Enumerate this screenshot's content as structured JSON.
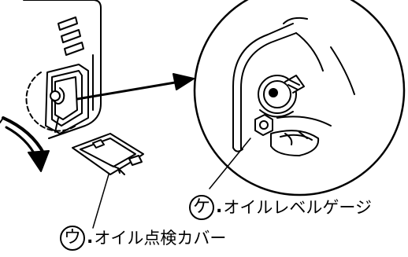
{
  "callouts": {
    "oil_level_gauge": {
      "marker": "ケ",
      "separator": ".",
      "text": "オイルレベルゲージ"
    },
    "oil_inspection_cover": {
      "marker": "ウ",
      "separator": ".",
      "text": "オイル点検カバー"
    }
  },
  "colors": {
    "line": "#000000",
    "background": "#ffffff",
    "fill": "#ffffff"
  },
  "icons": {
    "rotation_arrow": "curved-arrow-down",
    "pointer_arrow": "arrow-right"
  }
}
